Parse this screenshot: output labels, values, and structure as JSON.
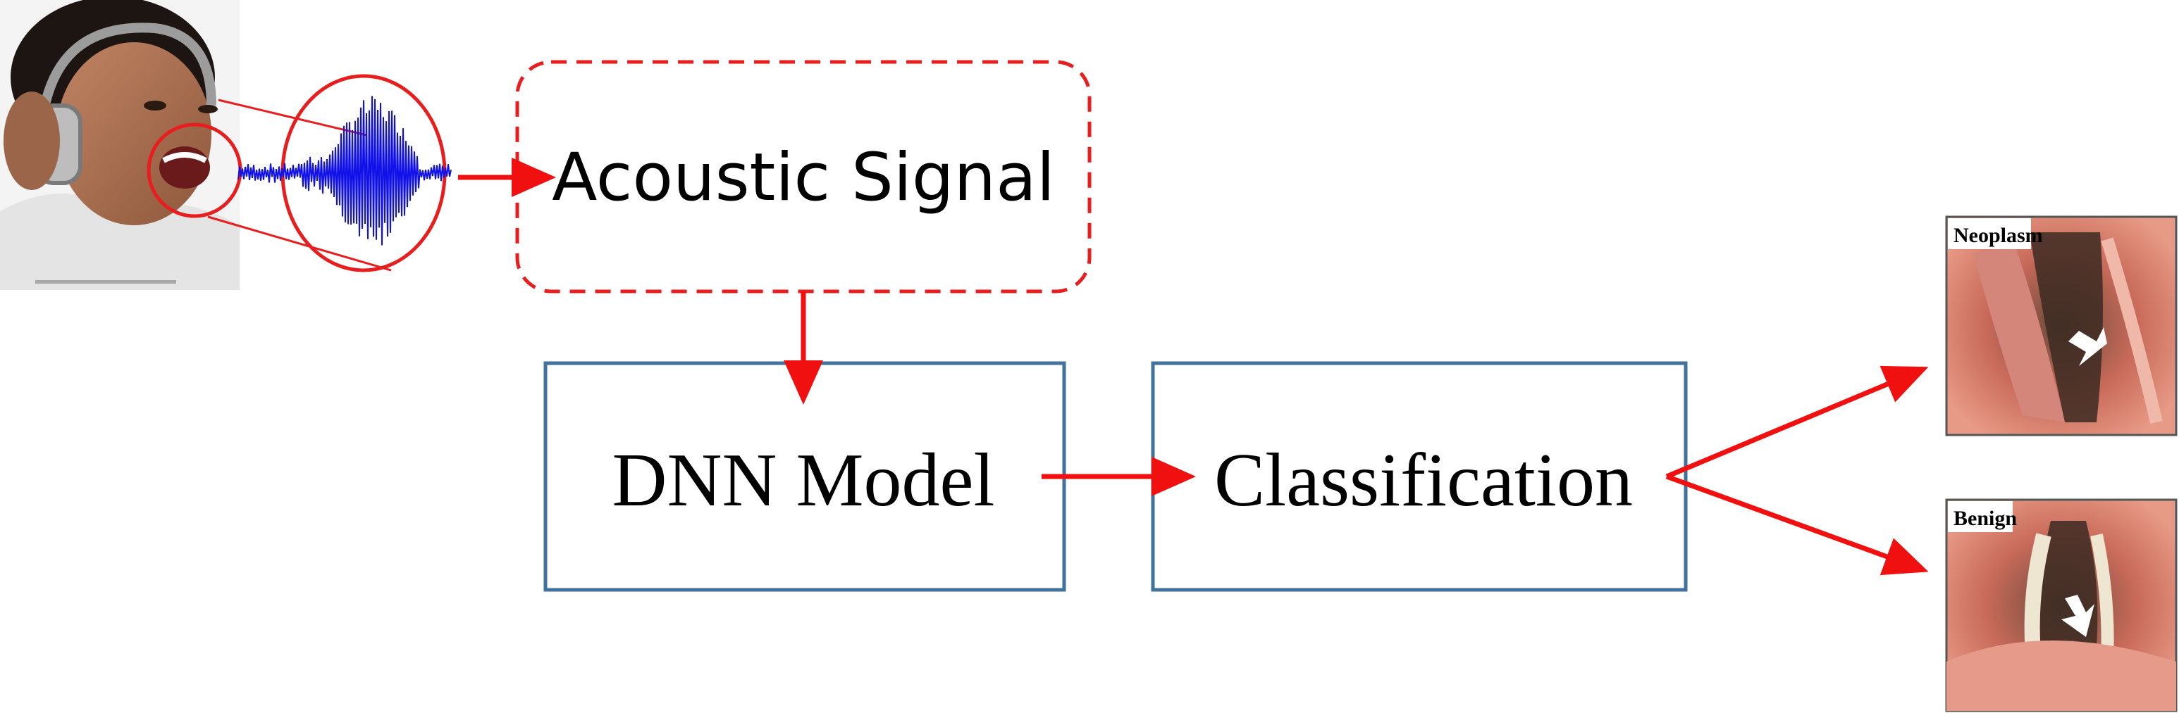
{
  "nodes": {
    "acoustic_signal": "Acoustic Signal",
    "dnn_model": "DNN Model",
    "classification": "Classification"
  },
  "outputs": {
    "neoplasm": "Neoplasm",
    "benign": "Benign"
  },
  "colors": {
    "arrow": "#f01010",
    "box_border": "#41719c",
    "waveform": "#1010e8",
    "dashed_border": "#e81e1e"
  }
}
